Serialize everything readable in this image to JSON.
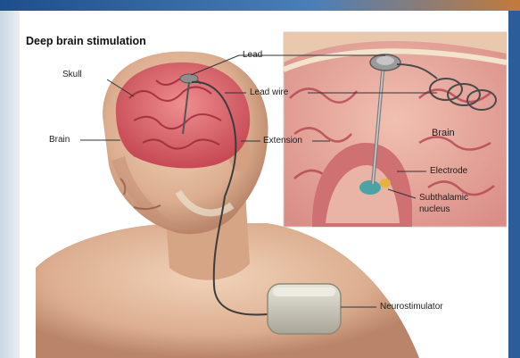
{
  "diagram": {
    "title": "Deep brain stimulation",
    "labels": {
      "skull": "Skull",
      "brain_left": "Brain",
      "lead": "Lead",
      "lead_wire": "Lead wire",
      "extension": "Extension",
      "brain_inset": "Brain",
      "electrode": "Electrode",
      "subthalamic": "Subthalamic",
      "nucleus": "nucleus",
      "neurostimulator": "Neurostimulator"
    }
  },
  "colors": {
    "skin": "#e8c3a4",
    "skin_shadow": "#c9957a",
    "brain": "#d9646a",
    "brain_dark": "#a8323d",
    "inset_bg": "#e7a39a",
    "device": "#c7c4b8",
    "frame_blue": "#2a5d9a"
  }
}
